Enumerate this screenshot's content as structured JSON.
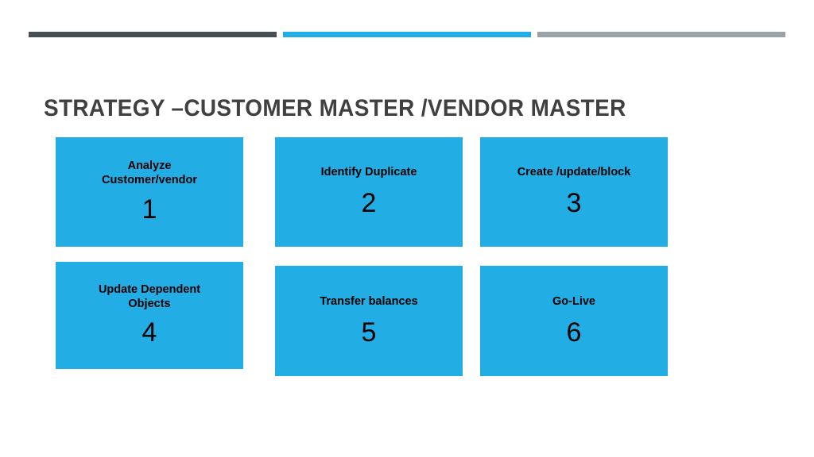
{
  "slide": {
    "title": "STRATEGY –CUSTOMER MASTER /VENDOR MASTER",
    "background_color": "#ffffff",
    "title_color": "#404040"
  },
  "decor": {
    "bars": [
      {
        "name": "dark-segment",
        "color": "#464f54"
      },
      {
        "name": "blue-segment",
        "color": "#22ade4"
      },
      {
        "name": "gray-segment",
        "color": "#9aa2aa"
      }
    ]
  },
  "theme": {
    "accent_blue": "#22ade4",
    "dark_gray": "#464f54",
    "light_gray": "#9aa2aa",
    "text_black": "#000000"
  },
  "steps": [
    {
      "label": "Analyze\nCustomer/vendor",
      "number": "1"
    },
    {
      "label": "Identify Duplicate",
      "number": "2"
    },
    {
      "label": "Create /update/block",
      "number": "3"
    },
    {
      "label": "Update Dependent\nObjects",
      "number": "4"
    },
    {
      "label": "Transfer balances",
      "number": "5"
    },
    {
      "label": "Go-Live",
      "number": "6"
    }
  ]
}
